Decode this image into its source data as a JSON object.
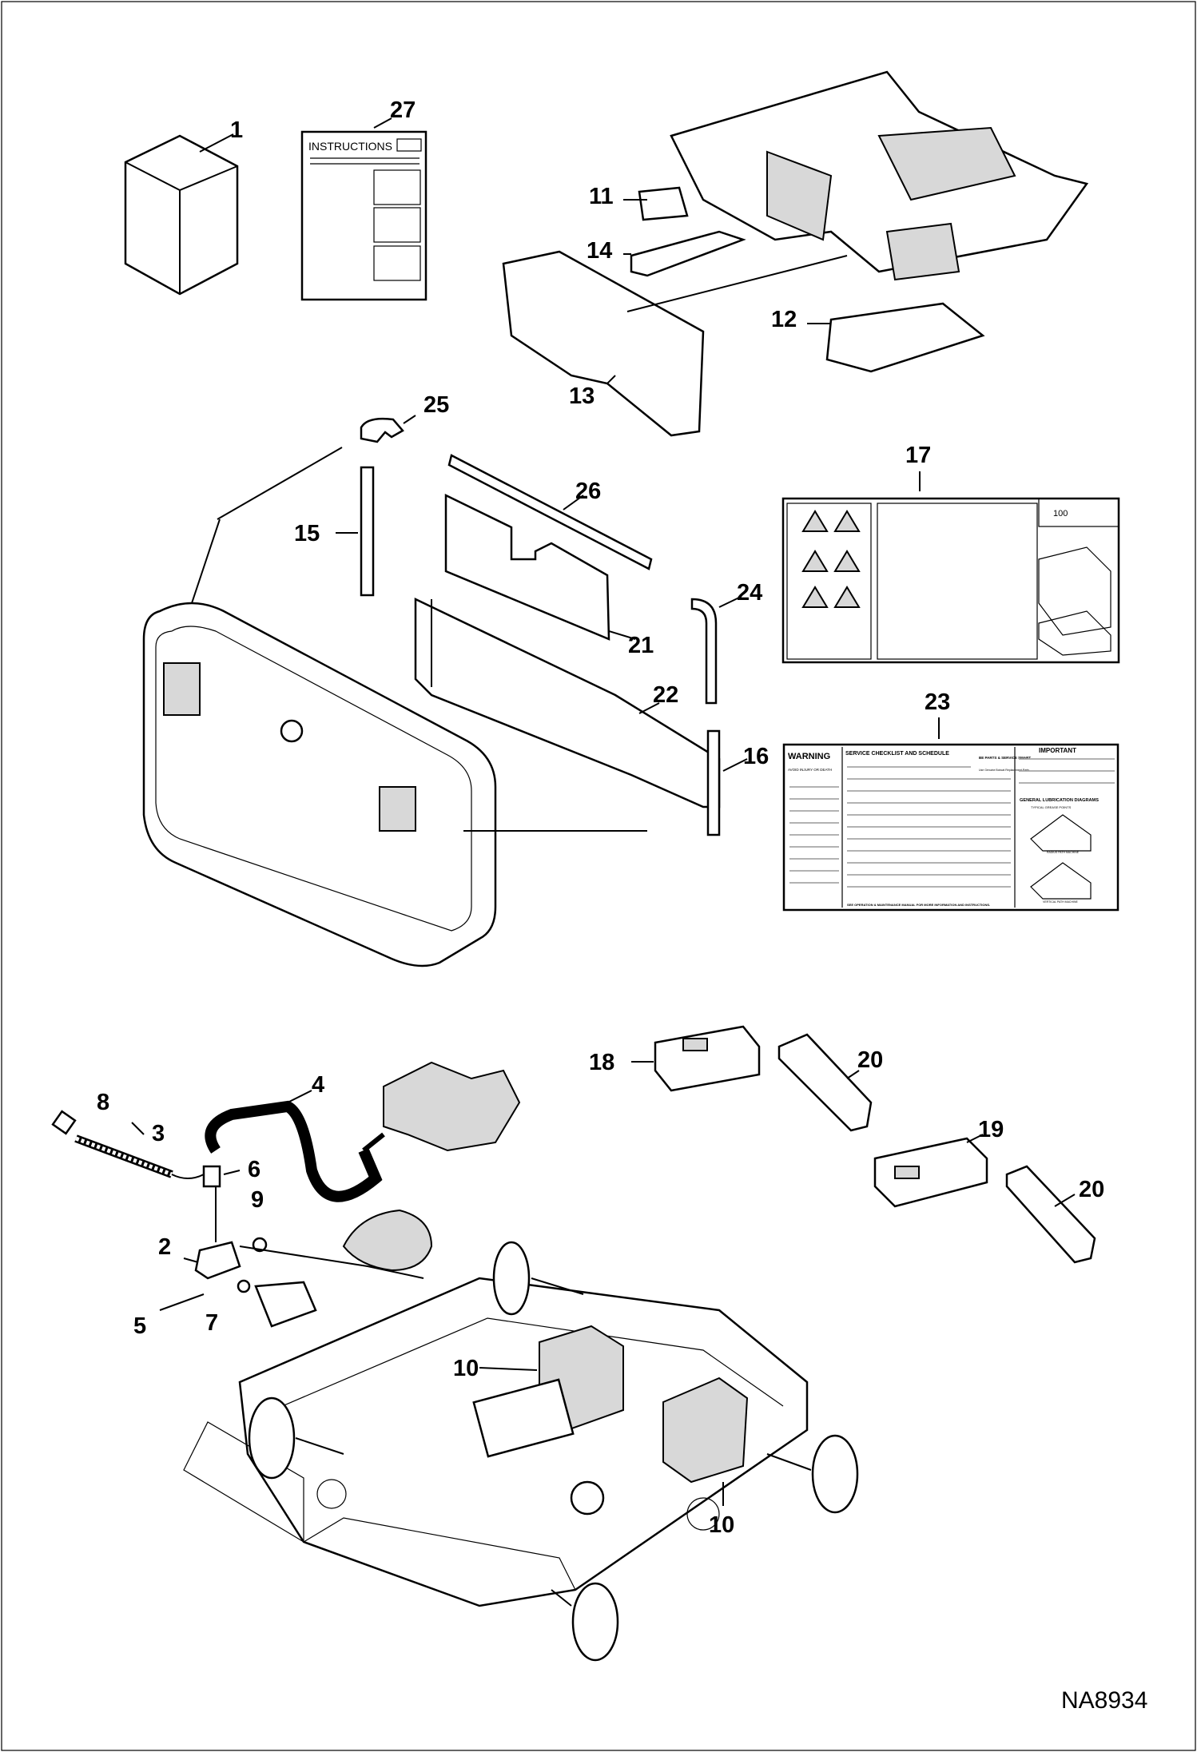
{
  "diagram_code": "NA8934",
  "callouts": {
    "c1": "1",
    "c2": "2",
    "c3": "3",
    "c4": "4",
    "c5": "5",
    "c6": "6",
    "c7": "7",
    "c8": "8",
    "c9": "9",
    "c10a": "10",
    "c10b": "10",
    "c11": "11",
    "c12": "12",
    "c13": "13",
    "c14": "14",
    "c15": "15",
    "c16": "16",
    "c17": "17",
    "c18": "18",
    "c19": "19",
    "c20a": "20",
    "c20b": "20",
    "c21": "21",
    "c22": "22",
    "c23": "23",
    "c24": "24",
    "c25": "25",
    "c26": "26",
    "c27": "27"
  },
  "instructions_sheet": {
    "title": "INSTRUCTIONS"
  },
  "decal_17": {
    "value": "100"
  },
  "decal_23": {
    "warning": "WARNING",
    "warning_sub": "AVOID INJURY OR DEATH",
    "checklist": "SERVICE CHECKLIST AND SCHEDULE",
    "brand": "BE PARTS & SERVICE SMART",
    "brand_sub": "Use Genuine Bobcat Replacement Parts",
    "important": "IMPORTANT",
    "lube": "GENERAL LUBRICATION DIAGRAMS",
    "lube_sub": "TYPICAL GREASE POINTS",
    "radius": "RADIUS PATH MACHINE",
    "vertical": "VERTICAL PATH MACHINE",
    "footer": "SEE OPERATION & MAINTENANCE MANUAL FOR MORE INFORMATION AND INSTRUCTIONS."
  }
}
